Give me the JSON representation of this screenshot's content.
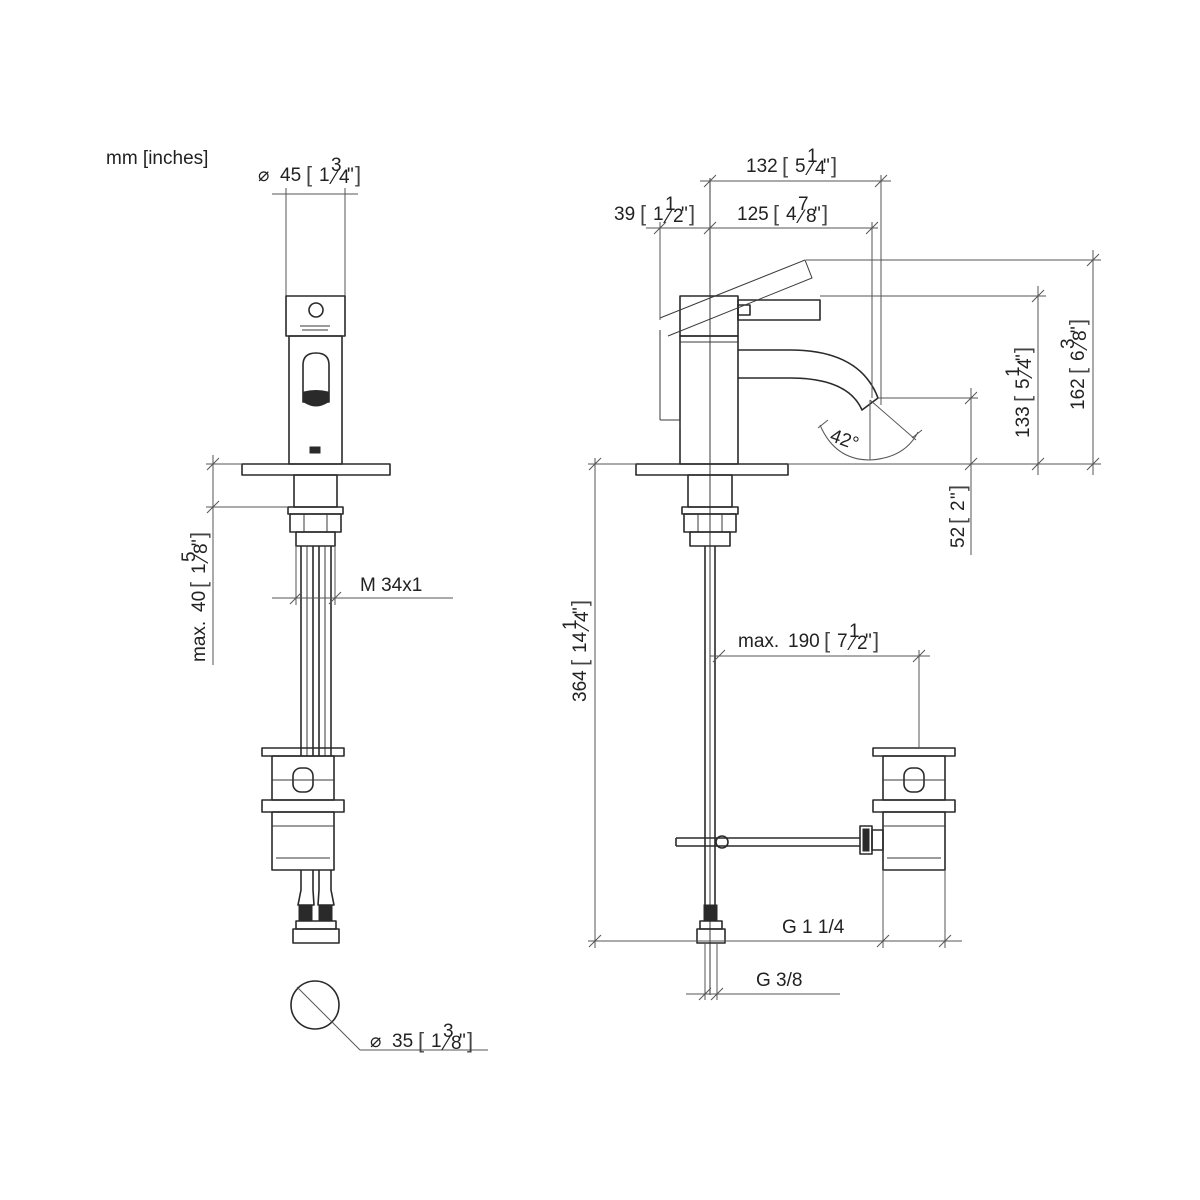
{
  "units_note": "mm [inches]",
  "front_view": {
    "body_diameter": {
      "mm": "45",
      "in_whole": "1",
      "in_num": "3",
      "in_den": "4"
    },
    "max_deck_thickness": {
      "prefix": "max.",
      "mm": "40",
      "in_whole": "1",
      "in_num": "5",
      "in_den": "8"
    },
    "thread": "M 34x1",
    "hole_diameter": {
      "mm": "35",
      "in_whole": "1",
      "in_num": "3",
      "in_den": "8"
    }
  },
  "side_view": {
    "overall_depth": {
      "mm": "132",
      "in_whole": "5",
      "in_num": "1",
      "in_den": "4"
    },
    "lever_offset": {
      "mm": "39",
      "in_whole": "1",
      "in_num": "1",
      "in_den": "2"
    },
    "spout_reach": {
      "mm": "125",
      "in_whole": "4",
      "in_num": "7",
      "in_den": "8"
    },
    "spout_height": {
      "mm": "133",
      "in_whole": "5",
      "in_num": "1",
      "in_den": "4"
    },
    "overall_height": {
      "mm": "162",
      "in_whole": "6",
      "in_num": "3",
      "in_den": "8"
    },
    "outlet_height": {
      "mm": "52",
      "in_whole": "2",
      "in_num": "",
      "in_den": ""
    },
    "spray_angle": "42°",
    "total_length": {
      "mm": "364",
      "in_whole": "14",
      "in_num": "1",
      "in_den": "4"
    },
    "drain_reach": {
      "prefix": "max.",
      "mm": "190",
      "in_whole": "7",
      "in_num": "1",
      "in_den": "2"
    },
    "drain_thread": "G 1 1/4",
    "supply_thread": "G 3/8"
  }
}
